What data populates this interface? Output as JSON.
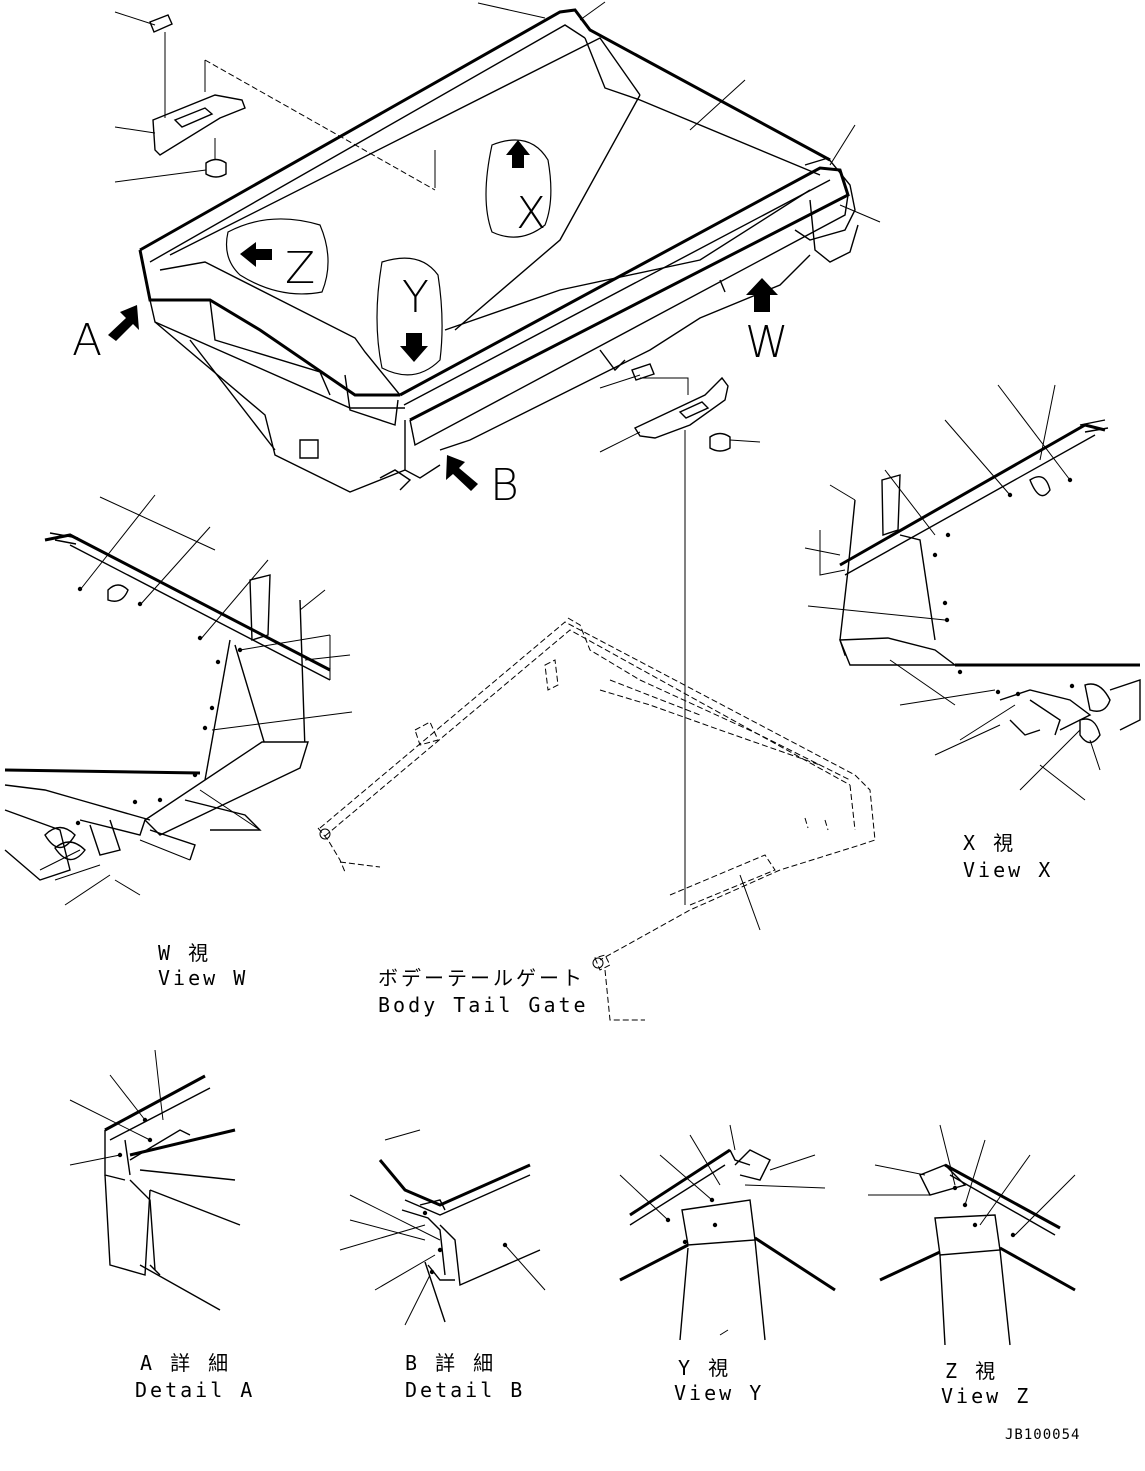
{
  "markers": {
    "a": "A",
    "b": "B",
    "w": "W",
    "x": "X",
    "y": "Y",
    "z": "Z"
  },
  "captions": {
    "view_w": {
      "jp": "W 視",
      "en": "View W"
    },
    "view_x": {
      "jp": "X 視",
      "en": "View X"
    },
    "tail_gate": {
      "jp": "ボデーテールゲート",
      "en": "Body Tail Gate"
    },
    "detail_a": {
      "jp": "A 詳 細",
      "en": "Detail A"
    },
    "detail_b": {
      "jp": "B 詳 細",
      "en": "Detail B"
    },
    "view_y": {
      "jp": "Y 視",
      "en": "View Y"
    },
    "view_z": {
      "jp": "Z 視",
      "en": "View Z"
    }
  },
  "drawing_code": "JB100054",
  "colors": {
    "line": "#000000",
    "background": "#ffffff"
  }
}
